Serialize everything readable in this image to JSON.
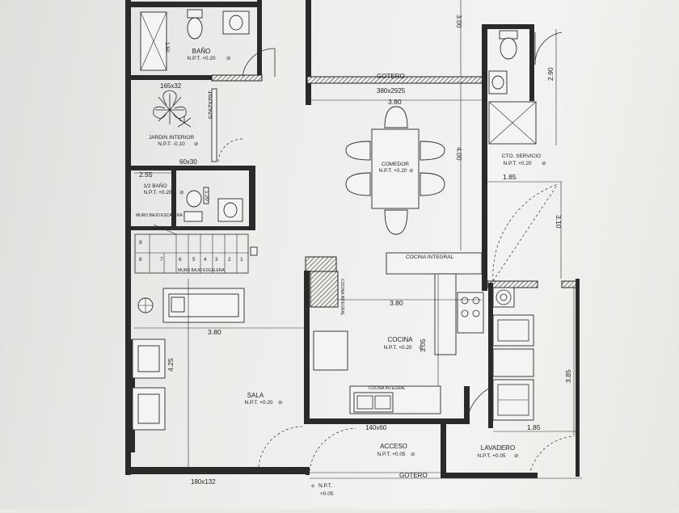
{
  "rooms": {
    "bano": {
      "name": "BAÑO",
      "level": "N.P.T. +0.20"
    },
    "jardin": {
      "name": "JARDIN INTERIOR",
      "level": "N.P.T. -0.10"
    },
    "medio_bano": {
      "name": "1/2 BAÑO",
      "level": "N.P.T. +0.20"
    },
    "comedor": {
      "name": "COMEDOR",
      "level": "N.P.T. +0.20"
    },
    "cto_servicio": {
      "name": "CTO. SERVICIO",
      "level": "N.P.T. +0.20"
    },
    "cocina": {
      "name": "COCINA",
      "level": "N.P.T. +0.20"
    },
    "sala": {
      "name": "SALA",
      "level": "N.P.T. +0.20"
    },
    "acceso": {
      "name": "ACCESO",
      "level": "N.P.T. +0.05"
    },
    "lavadero": {
      "name": "LAVADERO",
      "level": "N.P.T. +0.05"
    },
    "exterior": {
      "name": "N.P.T.",
      "level": "+0.05"
    }
  },
  "labels": {
    "gotero_top": "GOTERO",
    "gotero_bottom": "GOTERO",
    "cocina_integral_top": "COCINA INTEGRAL",
    "cocina_integral_bottom": "COCINA INTEGRAL",
    "cocina_integral_vertical": "COCINA INTEGRAL",
    "muro_bajo": "MURO BAJO ESCALERA",
    "muro_bajo_bottom": "MURO BAJO ESCALERA"
  },
  "windows": {
    "w_165x32": "165x32",
    "w_380x2925": "380x2925",
    "w_60x30": "60x30",
    "w_140x60": "140x60",
    "w_180x132": "180x132",
    "w_162x2925": "162x2925"
  },
  "dimensions": {
    "d_150": "1.50",
    "d_380_top": "3.80",
    "d_300": "3.00",
    "d_290": "2.90",
    "d_400": "4.00",
    "d_185_top": "1.85",
    "d_310": "3.10",
    "d_255": "2.55",
    "d_120": "1.20",
    "d_380_kitchen": "3.80",
    "d_380_sala": "3.80",
    "d_305": "3.05",
    "d_425": "4.25",
    "d_385": "3.85",
    "d_185_bottom": "1.85"
  },
  "stairs": {
    "steps_bottom": [
      "8",
      "7",
      "6",
      "5",
      "4",
      "3",
      "2",
      "1"
    ],
    "steps_top": [
      "9"
    ]
  }
}
